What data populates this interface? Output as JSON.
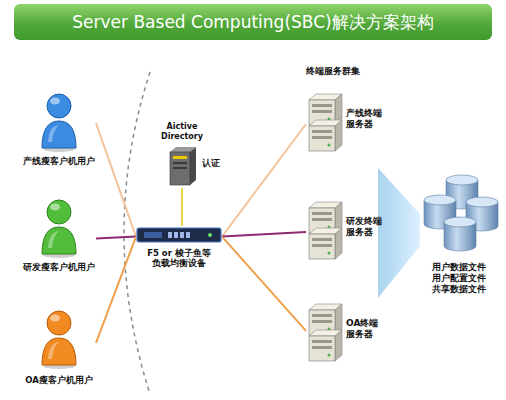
{
  "diagram": {
    "title": "Server Based Computing(SBC)解决方案架构",
    "nodes": [
      {
        "text": [
          "产线瘦客户机用户"
        ]
      },
      {
        "text": [
          "研发瘦客户机用户"
        ]
      },
      {
        "text": [
          "OA瘦客户机用户"
        ]
      },
      {
        "text": [
          "Aictive Directory",
          "认证"
        ]
      },
      {
        "text": [
          "F5 or 梭子鱼等 负载均衡设备"
        ]
      },
      {
        "text": [
          "产线终端 服务器"
        ]
      },
      {
        "text": [
          "研发终端 服务器"
        ]
      },
      {
        "text": [
          "OA终端 服务器"
        ]
      },
      {
        "text": [
          "用户数据文件 用户配置文件 共享数据文件"
        ]
      }
    ],
    "edges": [
      {
        "from": 0,
        "to": 4,
        "arrow": "none"
      },
      {
        "from": 1,
        "to": 4,
        "arrow": "none"
      },
      {
        "from": 2,
        "to": 4,
        "arrow": "none"
      },
      {
        "from": 3,
        "to": 4,
        "arrow": "none"
      },
      {
        "from": 4,
        "to": 5,
        "arrow": "none"
      },
      {
        "from": 4,
        "to": 6,
        "arrow": "none"
      },
      {
        "from": 4,
        "to": 7,
        "arrow": "none"
      }
    ],
    "labels": [
      "终端服务群集"
    ]
  }
}
